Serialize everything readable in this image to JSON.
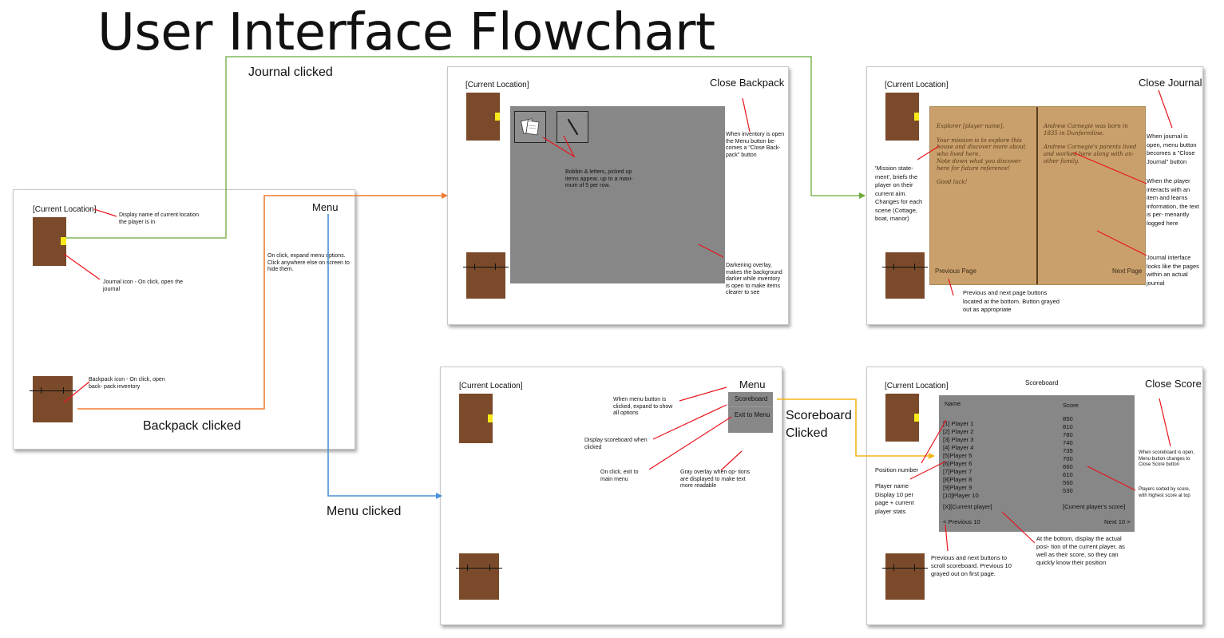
{
  "title": "User Interface Flowchart",
  "colors": {
    "door": "#7a4a2a",
    "knob": "#f7ea1a",
    "overlay": "#878787",
    "journal": "#c9a06b",
    "arrow_red": "#e8141c",
    "arrow_green": "#6aaa3a",
    "arrow_orange": "#f07c34",
    "arrow_blue": "#4a90d9",
    "arrow_yellow": "#f5b41a"
  },
  "flow_labels": {
    "journal": "Journal clicked",
    "backpack": "Backpack clicked",
    "menu": "Menu clicked",
    "scoreboard_line1": "Scoreboard",
    "scoreboard_line2": "Clicked"
  },
  "main": {
    "location": "[Current Location]",
    "menu": "Menu",
    "note_location": "Display name of current location the player is in",
    "note_journal": "Journal icon - On click, open the journal",
    "note_menu": "On click, expand menu options. Click anywhere else on screen to hide them.",
    "note_backpack": "Backpack icon - On click, open back- pack inventory",
    "icons": [
      "journal-door-icon",
      "backpack-icon"
    ]
  },
  "backpack": {
    "location": "[Current Location]",
    "close": "Close Backpack",
    "note_close": "When inventory is open the Menu button be- comes a \"Close Back- pack\" button",
    "note_items": "Bobbin & letters, picked up items appear, up to a maxi- mum of 5 per row.",
    "note_overlay": "Darkening overlay, makes the background darker while inventory is open to make items clearer to see",
    "icons": [
      "letter-icon",
      "bobbin-icon"
    ]
  },
  "journal": {
    "location": "[Current Location]",
    "close": "Close Journal",
    "left_page": [
      "Explorer [player name],",
      "",
      "Your mission is to explore this house and discover more about who lived here.",
      "Note down what you discover here for future reference!",
      "",
      "Good luck!"
    ],
    "right_page": [
      "Andrew Carnegie was born in 1835 in Dunfermline.",
      "",
      "Andrew Carnegie's parents lived and worked here along with an- other family."
    ],
    "prev": "Previous Page",
    "next": "Next Page",
    "note_mission": "'Mission state- ment', briefs the player on their current aim. Changes for each scene (Cottage, boat, manor)",
    "note_close": "When journal is open, menu button becomes a \"Close Journal\" button",
    "note_logged": "When the player interacts with an item and learns information, the text is per- menantly logged here",
    "note_interface": "Journal interface looks like the pages within an actual journal",
    "note_nav": "Previous and next page buttons located at the bottom. Button grayed out as appropriate"
  },
  "menu_screen": {
    "location": "[Current Location]",
    "menu": "Menu",
    "options": [
      "Scoreboard",
      "Exit to Menu"
    ],
    "note_expand": "When menu button is clicked, expand to show all options",
    "note_scoreboard": "Display scoreboard when clicked",
    "note_exit": "On click, exit to main menu",
    "note_overlay": "Gray overlay when op- tions are displayed to make text more readable"
  },
  "scoreboard": {
    "location": "[Current Location]",
    "title": "Scoreboard",
    "close": "Close Score",
    "col_name": "Name",
    "col_score": "Score",
    "rows": [
      {
        "name": "[1] Player 1",
        "score": "850"
      },
      {
        "name": "[2] Player 2",
        "score": "810"
      },
      {
        "name": "[3] Player 3",
        "score": "780"
      },
      {
        "name": "[4] Player 4",
        "score": "740"
      },
      {
        "name": "[5]Player 5",
        "score": "735"
      },
      {
        "name": "[6]Player 6",
        "score": "700"
      },
      {
        "name": "[7]Player 7",
        "score": "660"
      },
      {
        "name": "[8]Player 8",
        "score": "610"
      },
      {
        "name": "[9]Player 9",
        "score": "560"
      },
      {
        "name": "[10]Player 10",
        "score": "530"
      }
    ],
    "current_name": "[X][Current player]",
    "current_score": "[Current player's score]",
    "prev": "< Previous 10",
    "next": "Next 10 >",
    "note_position": "Position number",
    "note_player": "Player name Display 10 per page + current player stats",
    "note_close": "When scoreboard is open, Menu button changes to Close Score button",
    "note_sorted": "Players sorted by score, with highest score at top",
    "note_nav": "Previous and next buttons to scroll scoreboard. Previous 10 grayed out on first page.",
    "note_bottom": "At the bottom, display the actual posi- tion of the current player, as well as their score, so they can quickly know their position"
  }
}
